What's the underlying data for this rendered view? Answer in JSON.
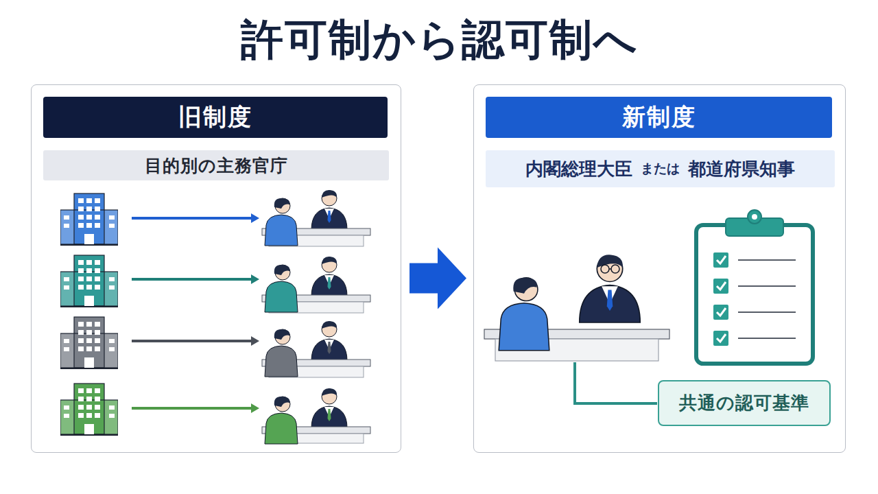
{
  "diagram": {
    "title": "許可制から認可制へ",
    "nodes": [
      {
        "text": [
          "旧制度"
        ]
      },
      {
        "text": [
          "目的別の主務官庁"
        ],
        "in": 0
      },
      {
        "text": [
          "新制度"
        ]
      },
      {
        "text": [
          "内閣総理大臣",
          "または",
          "都道府県知事"
        ],
        "in": 2
      },
      {
        "text": [
          "共通の認可基準"
        ],
        "in": 2
      }
    ],
    "edges": [
      {
        "from": 0,
        "to": 2,
        "arrow": "to"
      }
    ]
  }
}
